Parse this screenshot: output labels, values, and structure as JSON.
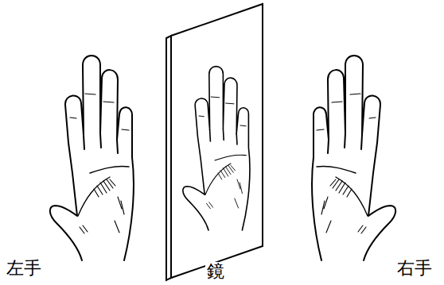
{
  "diagram": {
    "labels": [
      "左手",
      "鏡",
      "右手"
    ]
  }
}
